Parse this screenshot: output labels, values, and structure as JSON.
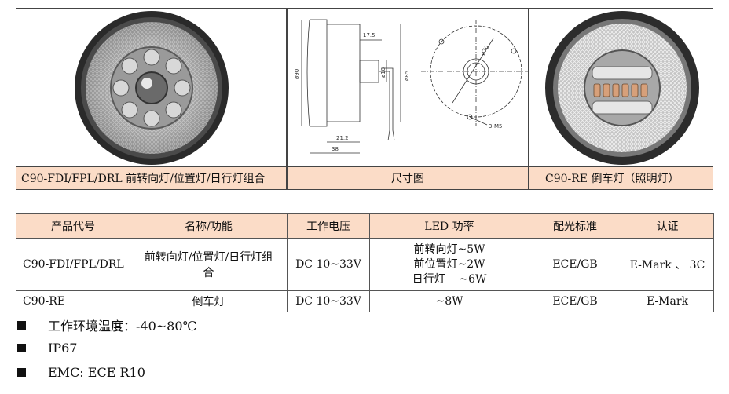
{
  "captions": {
    "product1": "C90-FDI/FPL/DRL 前转向灯/位置灯/日行灯组合",
    "drawing": "尺寸图",
    "product2": "C90-RE  倒车灯（照明灯）"
  },
  "drawing_dims": {
    "d90": "ø90",
    "d85": "ø85",
    "d18": "ø18",
    "d70": "ø70",
    "w175": "17.5",
    "w212": "21.2",
    "w38": "38",
    "m5": "3-M5"
  },
  "table": {
    "headers": [
      "产品代号",
      "名称/功能",
      "工作电压",
      "LED 功率",
      "配光标准",
      "认证"
    ],
    "rows": [
      {
        "code": "C90-FDI/FPL/DRL",
        "name": "前转向灯/位置灯/日行灯组合",
        "voltage": "DC 10~33V",
        "power_lines": [
          "前转向灯~5W",
          "前位置灯~2W",
          "日行灯    ~6W"
        ],
        "standard": "ECE/GB",
        "cert": "E-Mark 、 3C"
      },
      {
        "code": "C90-RE",
        "name": "倒车灯",
        "voltage": "DC 10~33V",
        "power": "~8W",
        "standard": "ECE/GB",
        "cert": "E-Mark"
      }
    ]
  },
  "bullets": [
    "工作环境温度：-40~80℃",
    "IP67",
    "EMC: ECE R10"
  ]
}
